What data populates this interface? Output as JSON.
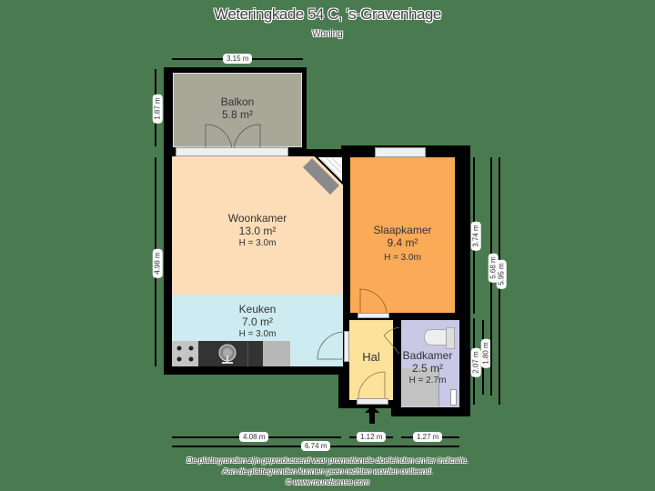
{
  "header": {
    "title": "Weteringkade 54 C, 's-Gravenhage",
    "subtitle": "Woning"
  },
  "colors": {
    "background": "#4a7a50",
    "balkon": "#a7a898",
    "woonkamer": "#fddcb8",
    "keuken": "#cdebf0",
    "slaapkamer": "#fbaa57",
    "hal": "#fce29a",
    "badkamer": "#c9c8e6",
    "walls": "#000000"
  },
  "rooms": [
    {
      "id": "balkon",
      "name": "Balkon",
      "area": "5.8 m²",
      "height": ""
    },
    {
      "id": "woonkamer",
      "name": "Woonkamer",
      "area": "13.0 m²",
      "height": "H = 3.0m"
    },
    {
      "id": "keuken",
      "name": "Keuken",
      "area": "7.0 m²",
      "height": "H = 3.0m"
    },
    {
      "id": "slaapkamer",
      "name": "Slaapkamer",
      "area": "9.4 m²",
      "height": "H = 3.0m"
    },
    {
      "id": "hal",
      "name": "Hal",
      "area": "",
      "height": ""
    },
    {
      "id": "badkamer",
      "name": "Badkamer",
      "area": "2.5 m²",
      "height": "H = 2.7m"
    }
  ],
  "dimensions": {
    "top": "3.15 m",
    "left_balkon": "1.87 m",
    "left_main": "4.98 m",
    "right_slaapkamer": "3.74 m",
    "right_badkamer_outer": "2.07 m",
    "right_badkamer_inner": "1.80 m",
    "right_total_inner": "5.68 m",
    "right_total_outer": "5.95 m",
    "bottom_left": "4.08 m",
    "bottom_hal": "1.12 m",
    "bottom_badkamer": "1.27 m",
    "bottom_total": "6.74 m"
  },
  "footer": {
    "line1": "De plattegronden zijn geproduceerd voor promotionele doeleinden en ter indicatie.",
    "line2": "Aan de plattegronden kunnen geen rechten worden ontleend.",
    "line3": "© www.roundsense.com"
  }
}
